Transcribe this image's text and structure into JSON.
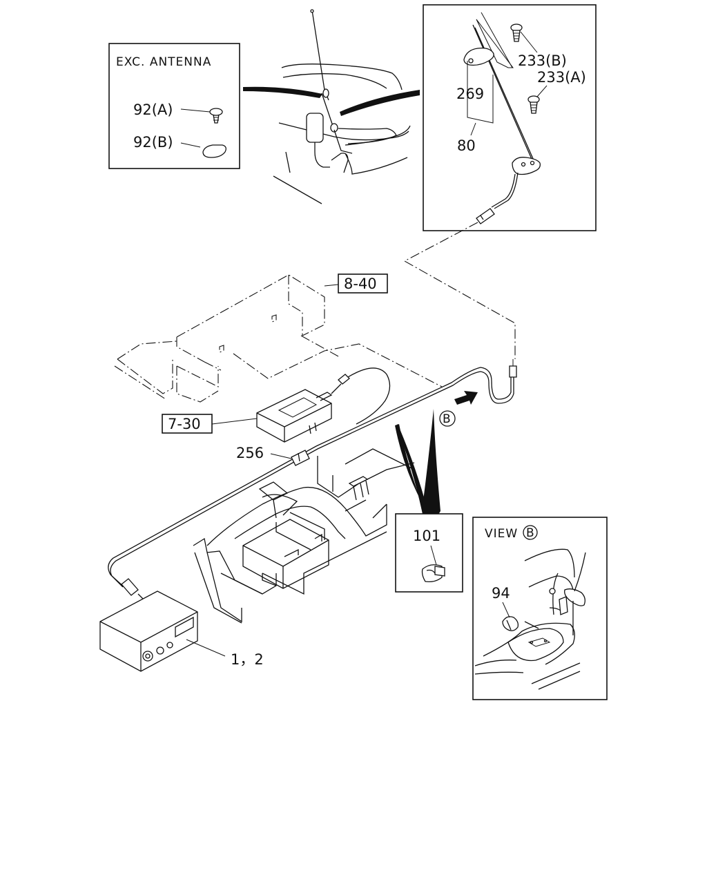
{
  "labels": {
    "exc_antenna": "EXC. ANTENNA",
    "p92a": "92(A)",
    "p92b": "92(B)",
    "p233b": "233(B)",
    "p233a": "233(A)",
    "p269": "269",
    "p80": "80",
    "ref840": "8-40",
    "ref730": "7-30",
    "p256": "256",
    "view_b_marker": "B",
    "p101": "101",
    "view_label": "VIEW",
    "view_letter": "B",
    "p94": "94",
    "p12": "1，2"
  }
}
